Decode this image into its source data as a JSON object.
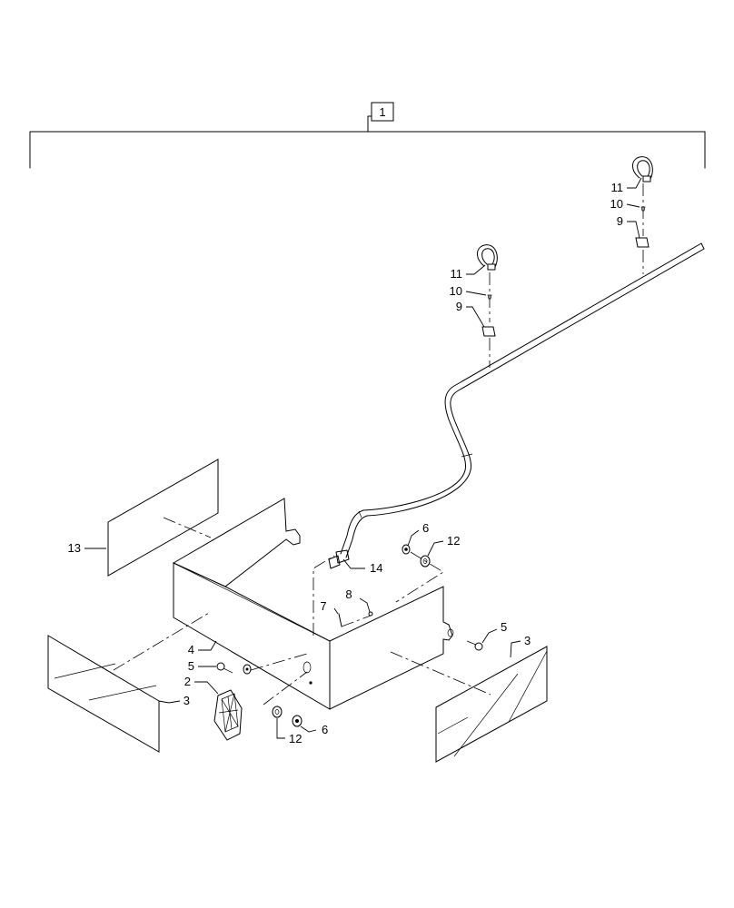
{
  "assembly_callout": "1",
  "callouts": {
    "c11_right": "11",
    "c10_right": "10",
    "c9_right": "9",
    "c11_left": "11",
    "c10_left": "10",
    "c9_left": "9",
    "c13": "13",
    "c14": "14",
    "c6_top": "6",
    "c12_top": "12",
    "c7": "7",
    "c8": "8",
    "c4": "4",
    "c5_left": "5",
    "c2": "2",
    "c3_left": "3",
    "c5_right": "5",
    "c3_right": "3",
    "c12_bottom": "12",
    "c6_bottom": "6"
  }
}
